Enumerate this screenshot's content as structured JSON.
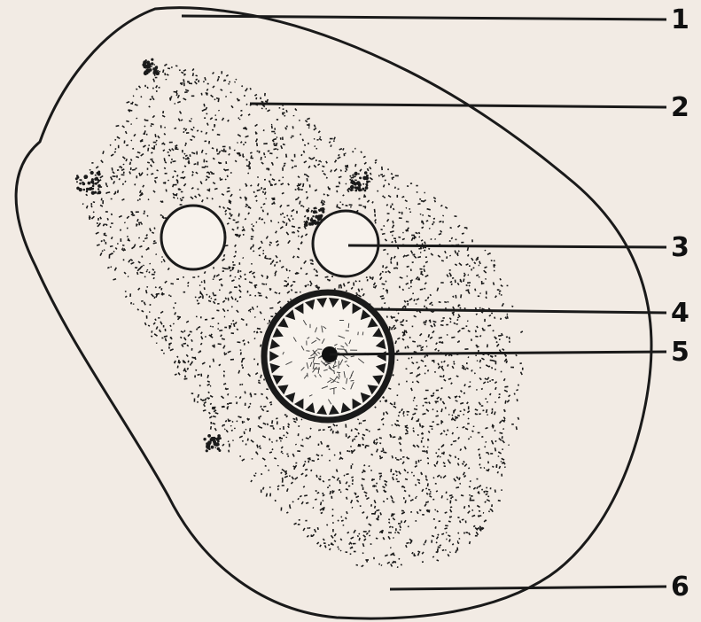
{
  "diagram": {
    "labels": [
      "1",
      "2",
      "3",
      "4",
      "5",
      "6"
    ],
    "colors": {
      "background": "#f2ebe4",
      "ink": "#1a1a1a",
      "vacuole_fill": "#f7f2ec"
    }
  }
}
